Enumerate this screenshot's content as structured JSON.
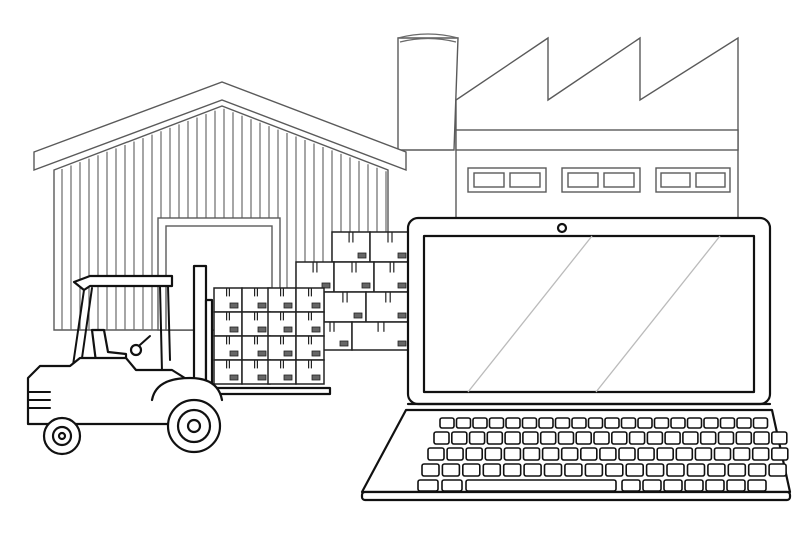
{
  "scene": {
    "objects": [
      "warehouse",
      "factory",
      "forklift",
      "stacked-boxes",
      "laptop"
    ],
    "style": "black-and-white line art",
    "colors": {
      "line": "#111111",
      "secondary_line": "#5a5a5a",
      "background": "#ffffff"
    }
  }
}
